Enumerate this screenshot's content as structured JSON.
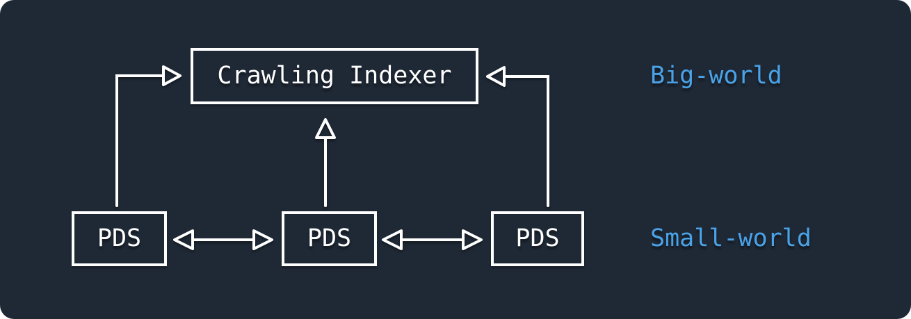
{
  "diagram": {
    "colors": {
      "background": "#1f2936",
      "stroke": "#ffffff",
      "annotation": "#4aa3e8"
    },
    "nodes": [
      {
        "id": "crawling-indexer",
        "label": "Crawling Indexer"
      },
      {
        "id": "pds-left",
        "label": "PDS"
      },
      {
        "id": "pds-middle",
        "label": "PDS"
      },
      {
        "id": "pds-right",
        "label": "PDS"
      }
    ],
    "annotations": [
      {
        "id": "big-world",
        "label": "Big-world"
      },
      {
        "id": "small-world",
        "label": "Small-world"
      }
    ],
    "edges": [
      {
        "from": "pds-left",
        "to": "crawling-indexer",
        "direction": "one-way",
        "style": "elbow-up-right",
        "arrowhead": "hollow-triangle"
      },
      {
        "from": "pds-middle",
        "to": "crawling-indexer",
        "direction": "one-way",
        "style": "straight-up",
        "arrowhead": "hollow-triangle"
      },
      {
        "from": "pds-right",
        "to": "crawling-indexer",
        "direction": "one-way",
        "style": "elbow-up-left",
        "arrowhead": "hollow-triangle"
      },
      {
        "from": "pds-left",
        "to": "pds-middle",
        "direction": "two-way",
        "style": "straight-horizontal",
        "arrowhead": "hollow-triangle"
      },
      {
        "from": "pds-middle",
        "to": "pds-right",
        "direction": "two-way",
        "style": "straight-horizontal",
        "arrowhead": "hollow-triangle"
      }
    ]
  }
}
